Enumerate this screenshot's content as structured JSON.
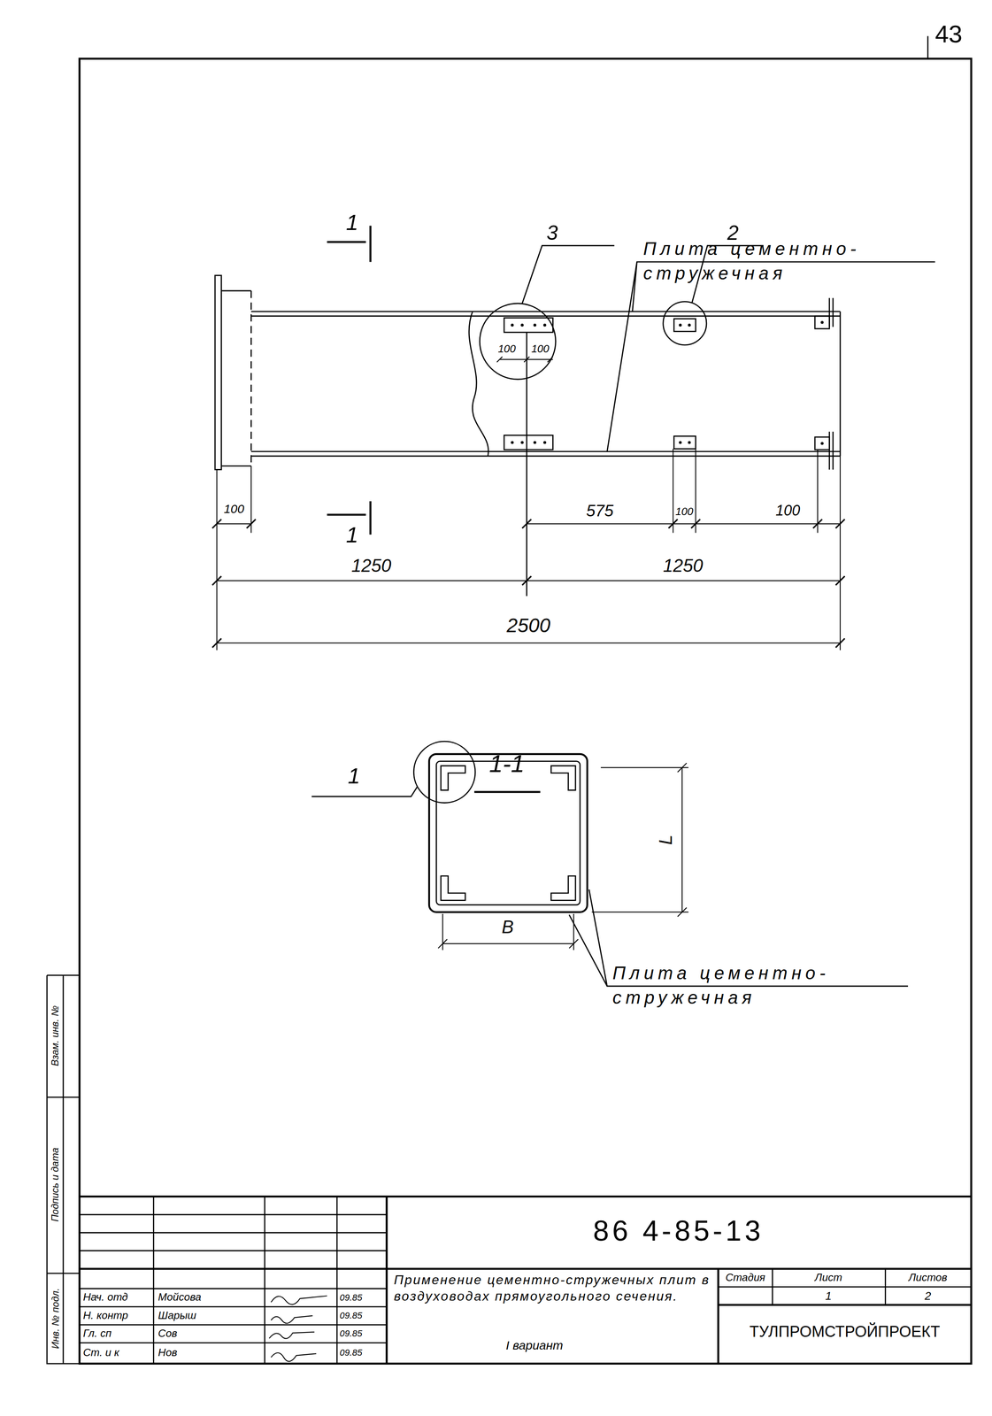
{
  "diagram": {
    "labels": [
      "43",
      "Плита цементно-стружечная",
      "1",
      "3",
      "2",
      "100",
      "100",
      "100",
      "575",
      "100",
      "100",
      "1250",
      "1250",
      "2500",
      "1",
      "1-1",
      "1",
      "L",
      "B",
      "Плита цементно-стружечная",
      "86 4-85-13",
      "Применение цементно-стружечных плит в воздуховодах прямоугольного сечения.",
      "I вариант",
      "Стадия",
      "Лист",
      "Листов",
      "1",
      "2",
      "ТУЛПРОМСТРОЙПРОЕКТ",
      "Нач. отд",
      "Н. контр",
      "Гл. сп",
      "Ст. и к",
      "Мойсова",
      "Шарыш",
      "Сов",
      "Нов",
      "09.85",
      "09.85",
      "09.85",
      "09.85",
      "Инв. № подл.",
      "Подпись и дата",
      "Взам. инв. №"
    ]
  }
}
